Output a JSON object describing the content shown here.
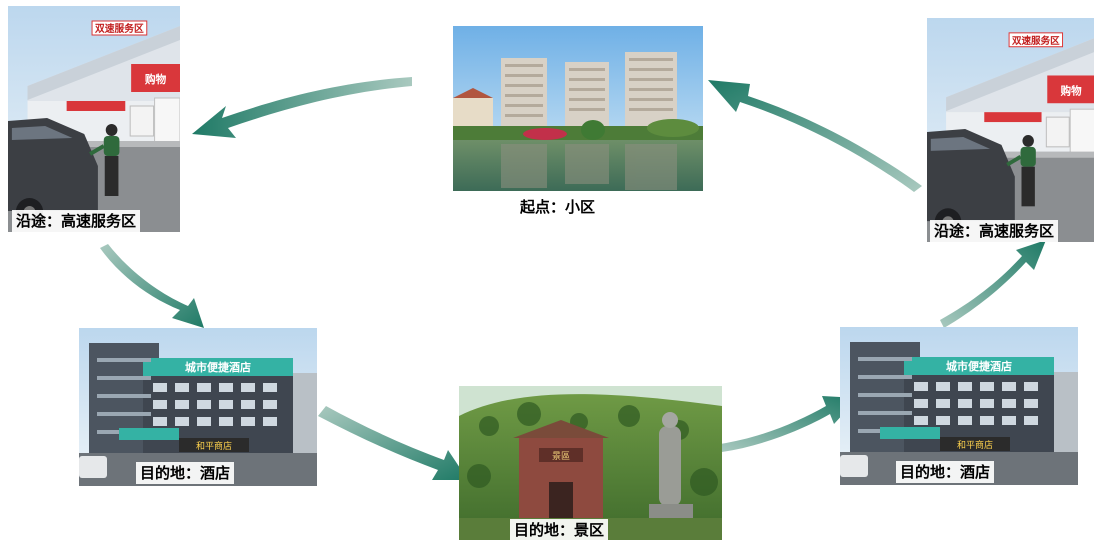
{
  "nodes": {
    "start": {
      "label": "起点：小区",
      "scene": "residential-community"
    },
    "left_service": {
      "label": "沿途：高速服务区",
      "scene": "highway-service-area"
    },
    "right_service": {
      "label": "沿途：高速服务区",
      "scene": "highway-service-area"
    },
    "left_hotel": {
      "label": "目的地：酒店",
      "scene": "hotel"
    },
    "right_hotel": {
      "label": "目的地：酒店",
      "scene": "hotel"
    },
    "scenic": {
      "label": "目的地：景区",
      "scene": "scenic-spot"
    }
  },
  "edges": [
    {
      "from": "start",
      "to": "left_service"
    },
    {
      "from": "left_service",
      "to": "left_hotel"
    },
    {
      "from": "left_hotel",
      "to": "scenic"
    },
    {
      "from": "scenic",
      "to": "right_hotel"
    },
    {
      "from": "right_hotel",
      "to": "right_service"
    },
    {
      "from": "right_service",
      "to": "start"
    }
  ],
  "colors": {
    "arrow": "#1f7a66",
    "arrow_light": "#a9c9bf"
  }
}
